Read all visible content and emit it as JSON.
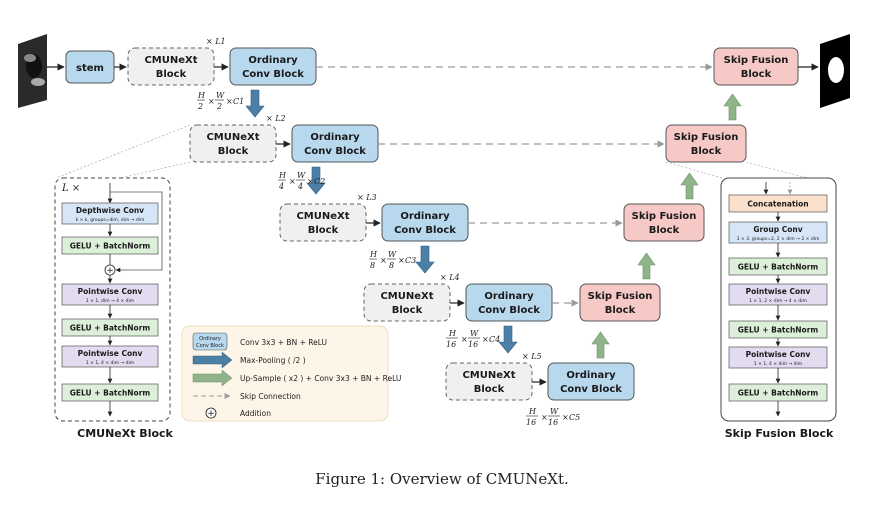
{
  "main": {
    "stem": "stem",
    "enc": [
      {
        "block": [
          "CMUNeXt",
          "Block"
        ],
        "rep": "× L1",
        "conv": [
          "Ordinary",
          "Conv Block"
        ],
        "dim": "C1"
      },
      {
        "block": [
          "CMUNeXt",
          "Block"
        ],
        "rep": "× L2",
        "conv": [
          "Ordinary",
          "Conv Block"
        ],
        "dim": "C2",
        "num": "H",
        "den": "4",
        "wnum": "W",
        "wden": "4"
      },
      {
        "block": [
          "CMUNeXt",
          "Block"
        ],
        "rep": "× L3",
        "conv": [
          "Ordinary",
          "Conv Block"
        ],
        "dim": "C3",
        "den": "8"
      },
      {
        "block": [
          "CMUNeXt",
          "Block"
        ],
        "rep": "× L4",
        "conv": [
          "Ordinary",
          "Conv Block"
        ],
        "dim": "C4",
        "den": "16"
      },
      {
        "block": [
          "CMUNeXt",
          "Block"
        ],
        "rep": "× L5",
        "conv": [
          "Ordinary",
          "Conv Block"
        ],
        "dim": "C5",
        "den": "16"
      }
    ],
    "fusion": [
      "Skip Fusion",
      "Block"
    ]
  },
  "left_panel": {
    "title": "CMUNeXt Block",
    "rep": "L ×",
    "boxes": [
      {
        "label": "Depthwise Conv",
        "sub": "k × k, groups=dim, dim → dim",
        "color": "#d6e6f7"
      },
      {
        "label": "GELU + BatchNorm",
        "sub": "",
        "color": "#dcefd8"
      },
      {
        "label": "Pointwise Conv",
        "sub": "1 × 1, dim → 4 × dim",
        "color": "#e3dbef"
      },
      {
        "label": "GELU + BatchNorm",
        "sub": "",
        "color": "#dcefd8"
      },
      {
        "label": "Pointwise Conv",
        "sub": "1 × 1, 4 × dim → dim",
        "color": "#e3dbef"
      },
      {
        "label": "GELU + BatchNorm",
        "sub": "",
        "color": "#dcefd8"
      }
    ]
  },
  "right_panel": {
    "title": "Skip Fusion Block",
    "boxes": [
      {
        "label": "Concatenation",
        "sub": "",
        "color": "#fbe0cc"
      },
      {
        "label": "Group Conv",
        "sub": "3 × 3, groups=2, 2 × dim → 2 × dim",
        "color": "#d6e6f7"
      },
      {
        "label": "GELU + BatchNorm",
        "sub": "",
        "color": "#dcefd8"
      },
      {
        "label": "Pointwise Conv",
        "sub": "1 × 1, 2 × dim → 4 × dim",
        "color": "#e3dbef"
      },
      {
        "label": "GELU + BatchNorm",
        "sub": "",
        "color": "#dcefd8"
      },
      {
        "label": "Pointwise Conv",
        "sub": "1 × 1, 4 × dim → dim",
        "color": "#e3dbef"
      },
      {
        "label": "GELU + BatchNorm",
        "sub": "",
        "color": "#dcefd8"
      }
    ]
  },
  "legend": {
    "ocb": [
      "Ordinary",
      "Conv Block"
    ],
    "items": [
      "Conv 3x3 + BN + ReLU",
      "Max-Pooling ( /2 )",
      "Up-Sample ( x2 ) + Conv 3x3 + BN + ReLU",
      "Skip Connection",
      "Addition"
    ]
  },
  "caption": "Figure 1: Overview of CMUNeXt.",
  "colors": {
    "conv": "#b8d8ee",
    "fusion": "#f6c9c7",
    "down": "#4c7fa6",
    "up": "#8fb48a",
    "cmu": "#f0f0f0"
  }
}
